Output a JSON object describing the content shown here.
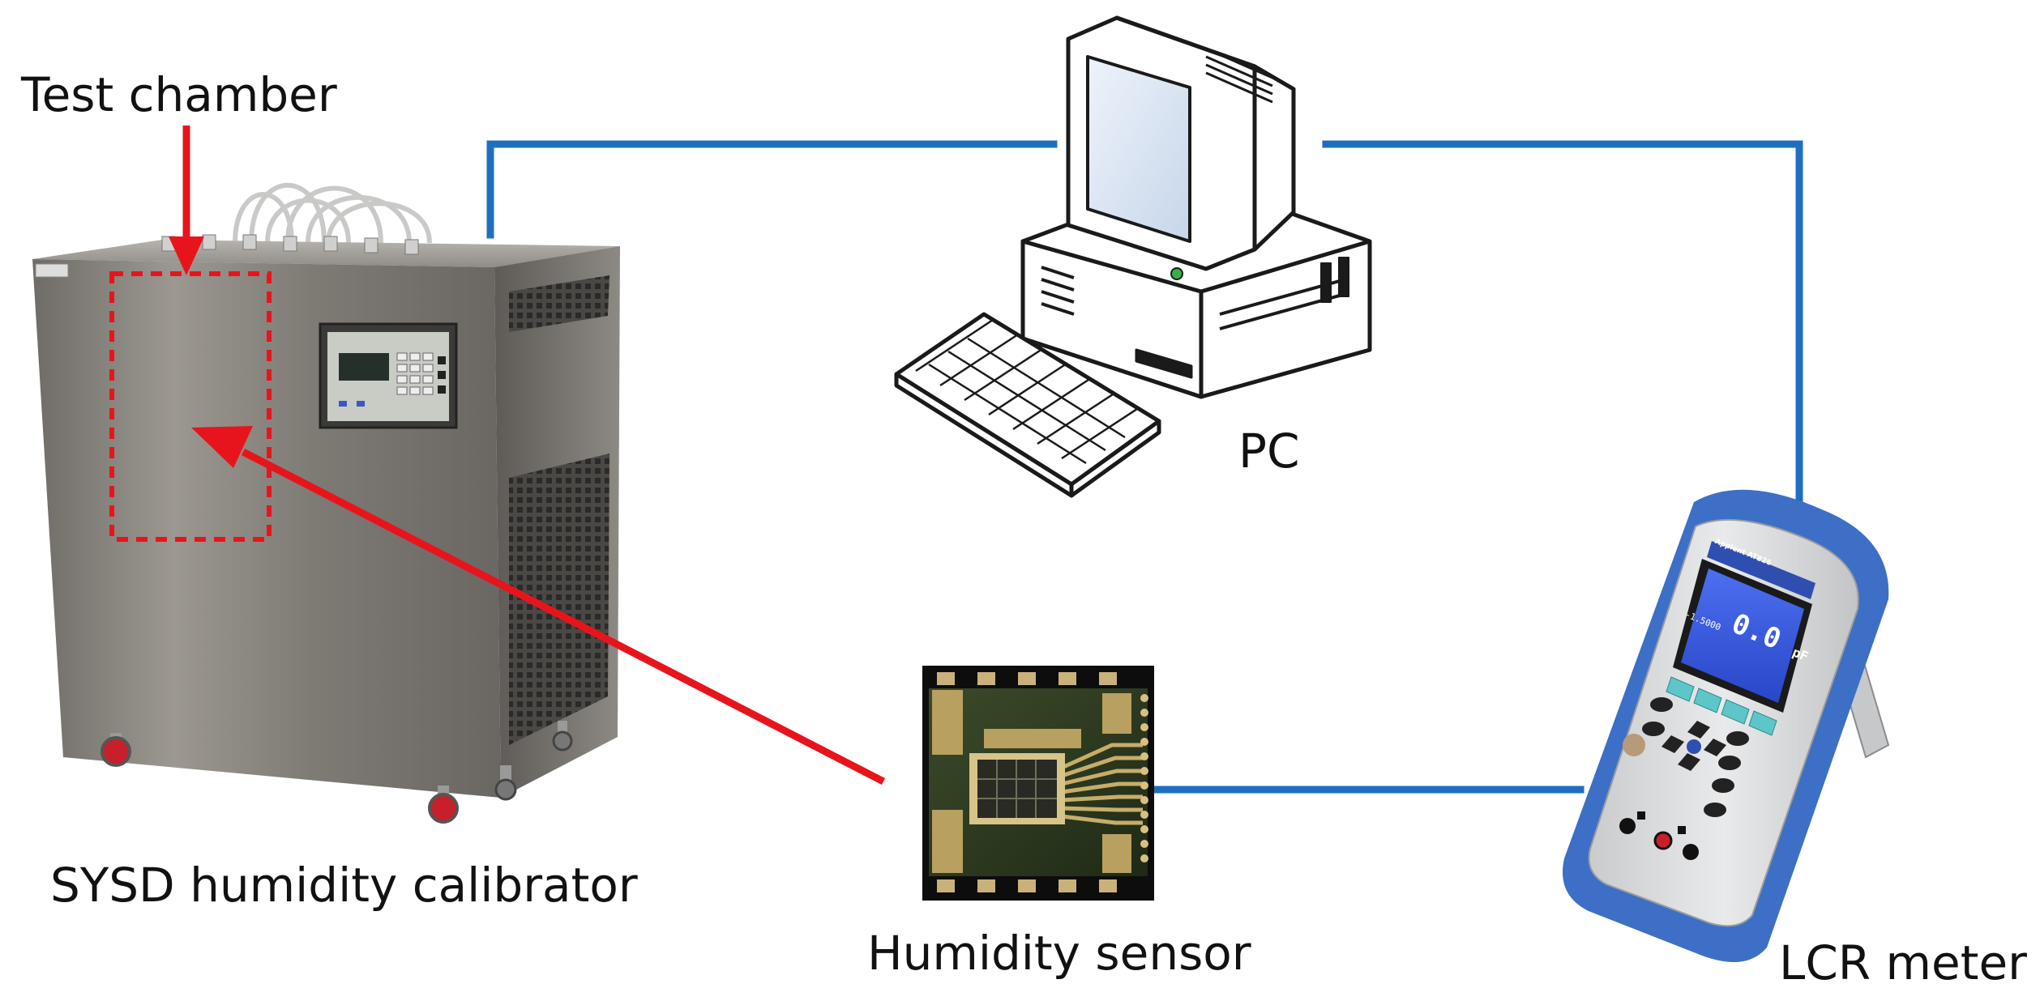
{
  "labels": {
    "test_chamber": "Test chamber",
    "pc": "PC",
    "calibrator": "SYSD humidity calibrator",
    "humidity_sensor": "Humidity sensor",
    "lcr_meter": "LCR meter"
  },
  "lcr_display": {
    "brand": "Applent AT826",
    "reading": "0.0",
    "unit": "pF",
    "secondary": "-1.5000"
  },
  "colors": {
    "connection": "#1f6fc0",
    "annotation": "#e8141c",
    "lcr_bumper": "#3d6fc6",
    "steel": "#8a8680"
  }
}
